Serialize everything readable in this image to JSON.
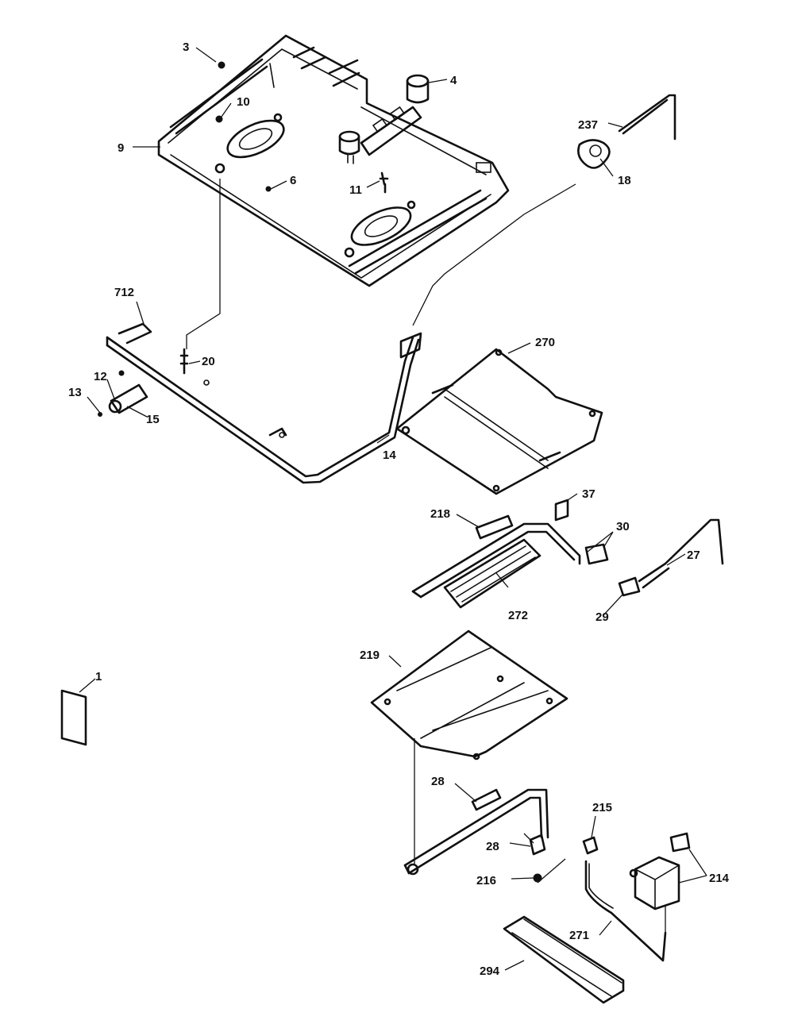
{
  "callouts": {
    "c1": "1",
    "c3": "3",
    "c4": "4",
    "c6": "6",
    "c9": "9",
    "c10": "10",
    "c11": "11",
    "c12": "12",
    "c13": "13",
    "c14": "14",
    "c15": "15",
    "c18": "18",
    "c20": "20",
    "c27": "27",
    "c28a": "28",
    "c28b": "28",
    "c29": "29",
    "c30": "30",
    "c37": "37",
    "c712": "712",
    "c214": "214",
    "c215": "215",
    "c216": "216",
    "c218": "218",
    "c219": "219",
    "c237": "237",
    "c270": "270",
    "c271": "271",
    "c272": "272",
    "c294": "294"
  }
}
